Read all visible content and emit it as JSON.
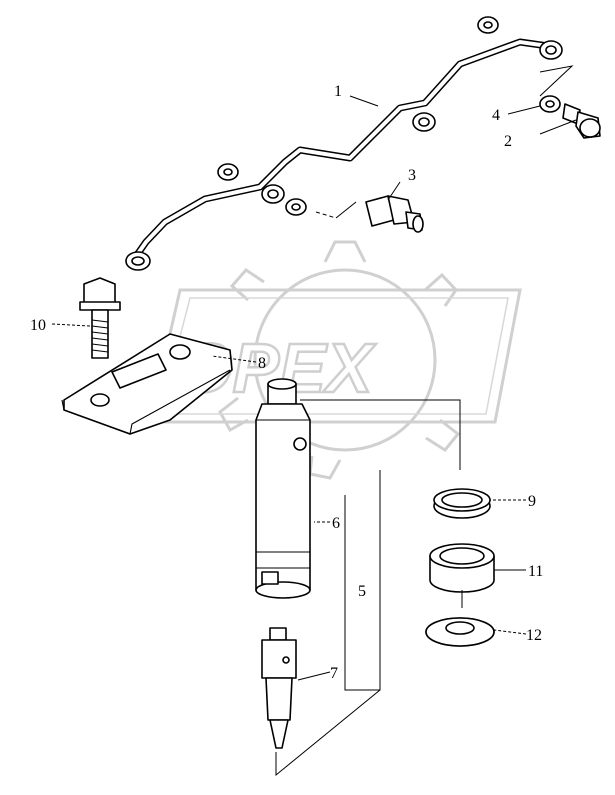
{
  "watermark": {
    "text": "OPEX"
  },
  "callouts": [
    {
      "label": "1"
    },
    {
      "label": "2"
    },
    {
      "label": "3"
    },
    {
      "label": "4"
    },
    {
      "label": "5"
    },
    {
      "label": "6"
    },
    {
      "label": "7"
    },
    {
      "label": "8"
    },
    {
      "label": "9"
    },
    {
      "label": "10"
    },
    {
      "label": "11"
    },
    {
      "label": "12"
    }
  ]
}
